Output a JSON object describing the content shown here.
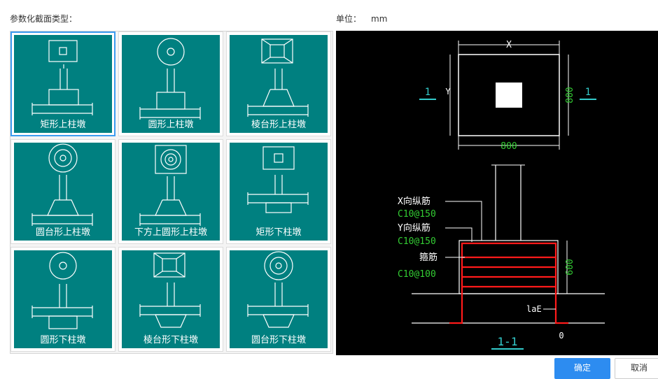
{
  "header": {
    "section_label": "参数化截面类型：",
    "unit_label": "单位：",
    "unit_value": "mm"
  },
  "section_types": [
    {
      "label": "矩形上柱墩",
      "selected": true
    },
    {
      "label": "圆形上柱墩",
      "selected": false
    },
    {
      "label": "棱台形上柱墩",
      "selected": false
    },
    {
      "label": "圆台形上柱墩",
      "selected": false
    },
    {
      "label": "下方上圆形上柱墩",
      "selected": false
    },
    {
      "label": "矩形下柱墩",
      "selected": false
    },
    {
      "label": "圆形下柱墩",
      "selected": false
    },
    {
      "label": "棱台形下柱墩",
      "selected": false
    },
    {
      "label": "圆台形下柱墩",
      "selected": false
    }
  ],
  "preview": {
    "dim_x": "X",
    "dim_y": "Y",
    "dim_width": "800",
    "dim_height": "800",
    "section_mark_left": "1",
    "section_mark_right": "1",
    "x_rebar_label": "X向纵筋",
    "x_rebar_value": "C10@150",
    "y_rebar_label": "Y向纵筋",
    "y_rebar_value": "C10@150",
    "stirrup_label": "箍筋",
    "stirrup_value": "C10@100",
    "dim_depth": "600",
    "anchor_label": "laE",
    "offset_label": "0",
    "section_title": "1-1"
  },
  "buttons": {
    "ok": "确定",
    "cancel": "取消"
  },
  "colors": {
    "tile": "#008080",
    "selected_border": "#3c9cf0",
    "rebar": "#ff1a1a",
    "dimension_text": "#33cc33",
    "section_mark": "#33cccc",
    "primary_button": "#2d8cf0"
  }
}
